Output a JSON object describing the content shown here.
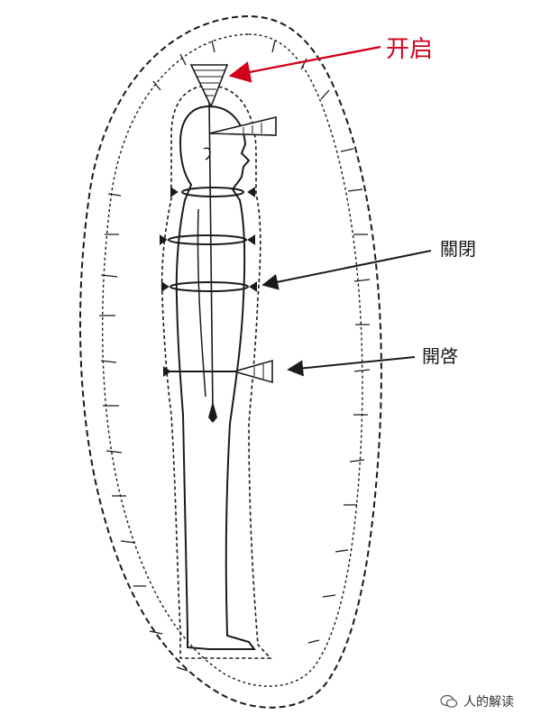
{
  "labels": {
    "open_top": "开启",
    "closed": "關閉",
    "open_lower": "開啓"
  },
  "watermark": {
    "text": "人的解读",
    "icon": "wechat-icon"
  },
  "colors": {
    "accent": "#d0021b",
    "ink": "#1a1a1a",
    "background": "#ffffff"
  }
}
